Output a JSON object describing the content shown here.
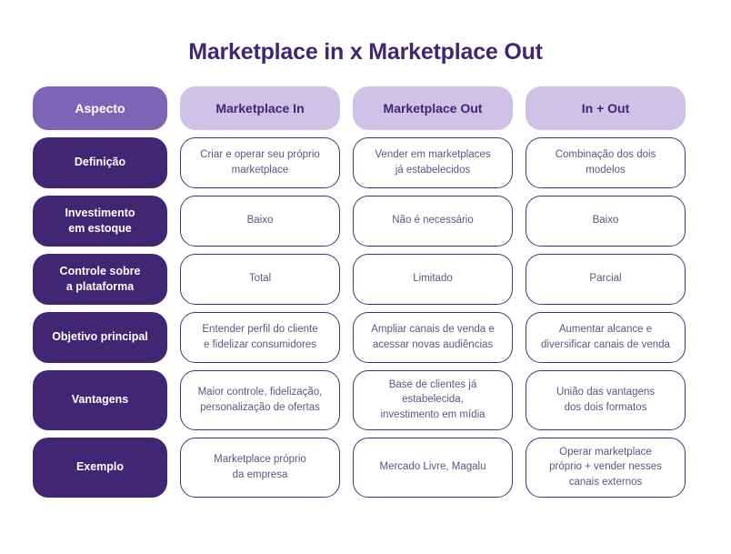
{
  "title": "Marketplace in x Marketplace Out",
  "colors": {
    "title_purple": "#412673",
    "header_aspect_bg": "#7e64b4",
    "header_col_bg": "#cec2e6",
    "label_bg": "#412673",
    "cell_border": "#3d3a6e",
    "cell_text": "#5b5584",
    "page_bg": "#ffffff"
  },
  "table": {
    "headers": [
      {
        "label": "Aspecto"
      },
      {
        "label": "Marketplace In"
      },
      {
        "label": "Marketplace Out"
      },
      {
        "label": "In + Out"
      }
    ],
    "rows": [
      {
        "label": "Definição",
        "cells": [
          "Criar e operar seu próprio\nmarketplace",
          "Vender em marketplaces\njá estabelecidos",
          "Combinação dos dois\nmodelos"
        ]
      },
      {
        "label": "Investimento\nem estoque",
        "cells": [
          "Baixo",
          "Não é necessário",
          "Baixo"
        ]
      },
      {
        "label": "Controle sobre\na plataforma",
        "cells": [
          "Total",
          "Limitado",
          "Parcial"
        ]
      },
      {
        "label": "Objetivo principal",
        "cells": [
          "Entender perfil do cliente\ne fidelizar consumidores",
          "Ampliar canais de venda e\nacessar novas audiências",
          "Aumentar alcance e\ndiversificar canais de venda"
        ]
      },
      {
        "label": "Vantagens",
        "cells": [
          "Maior controle, fidelização,\npersonalização de ofertas",
          "Base de clientes já\nestabelecida,\ninvestimento em mídia",
          "União das vantagens\ndos dois formatos"
        ]
      },
      {
        "label": "Exemplo",
        "cells": [
          "Marketplace próprio\nda empresa",
          "Mercado Livre, Magalu",
          "Operar marketplace\npróprio + vender nesses\ncanais externos"
        ]
      }
    ]
  }
}
